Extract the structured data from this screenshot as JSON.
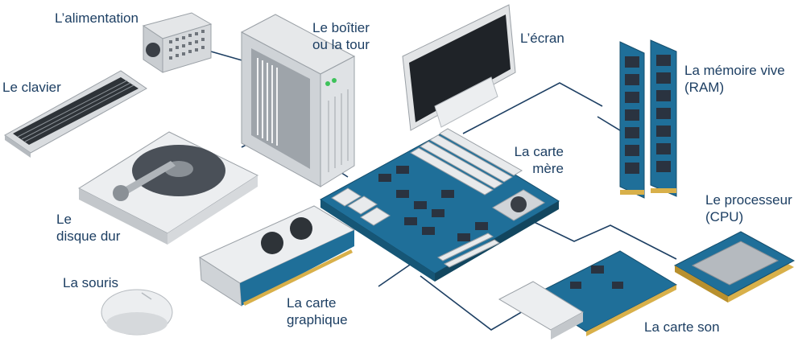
{
  "labels": {
    "power_supply": "L’alimentation",
    "case_line1": "Le boîtier",
    "case_line2": "ou la tour",
    "screen": "L’écran",
    "ram_line1": "La mémoire vive",
    "ram_line2": "(RAM)",
    "keyboard": "Le clavier",
    "motherboard_line1": "La carte",
    "motherboard_line2": "mère",
    "hard_drive_line1": "Le",
    "hard_drive_line2": "disque dur",
    "processor_line1": "Le processeur",
    "processor_line2": "(CPU)",
    "mouse": "La souris",
    "graphics_line1": "La carte",
    "graphics_line2": "graphique",
    "sound_card": "La carte son"
  },
  "colors": {
    "label_text": "#1d3f63",
    "leader_line": "#1d3f63",
    "board_blue": "#1f6f99",
    "chip_dark": "#2a3340",
    "metal_light": "#e4e6e8",
    "metal_mid": "#c3c7cb",
    "gold": "#d8b04a"
  }
}
